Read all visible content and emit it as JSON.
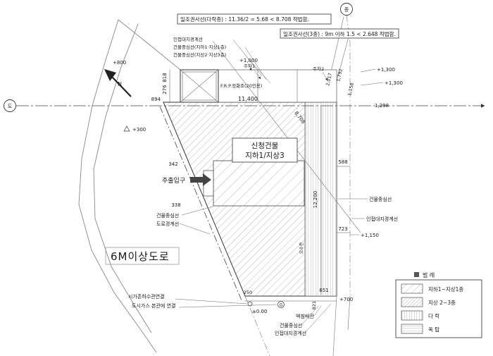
{
  "notes": {
    "daylight_attic": "일조권사선(다락층) : 11.36/2 = 5.68 < 8.708 적법함.",
    "daylight_3f": "일조권사선(3층) : 9m 이하 1.5 < 2.648 적법함."
  },
  "callouts": {
    "adjacent_boundary_top": "인접대지경계선",
    "center_b1_g1": "건물중심선(지하1·지상1층)",
    "center_g2_g3": "건물중심선(지상2·지상3층)",
    "frp_tank": "F.R.P.정화조(20인용)",
    "center_left": "건물중심선",
    "road_boundary": "도로경계선",
    "center_right": "건물중심선",
    "adjacent_boundary_right": "인접대지경계선",
    "center_bottom": "건물중심선",
    "adjacent_boundary_bottom": "인접대지경계선",
    "sewer_connect": "시가존하수관연결",
    "gas_connect": "도시가스 본관에 연결",
    "pipe": "액침배관",
    "soil_pipe": "오수관"
  },
  "labels": {
    "building_name": "신청건물",
    "building_floors": "지하1/지상3",
    "main_entrance": "주출입구",
    "road": "6M이상도로",
    "parking1": "주차1",
    "parking2": "주차2",
    "north": "N",
    "datum_left": "도",
    "datum_top": "종",
    "gas_valve": "G"
  },
  "levels": {
    "p800": "+800",
    "p300": "+300",
    "p1000": "+1,000",
    "p1300a": "+1,300",
    "p1300b": "+1,300",
    "p1150": "+1,150",
    "p700": "+700",
    "zero": "±0.00"
  },
  "dims": {
    "d818": "818",
    "d276": "276",
    "d894": "894",
    "d11400": "11,400",
    "d8708": "8,708",
    "d2017": "2,017",
    "d1792": "1,792",
    "d1158": "1,158",
    "d1298": "1,298",
    "d588": "588",
    "d342": "342",
    "d338": "338",
    "d12200": "12,200",
    "d723": "723",
    "d651": "651",
    "d821": "821",
    "d250": "250"
  },
  "legend": {
    "title": "범 례",
    "items": [
      "지하1~지상1층",
      "지상 2~3층",
      "다 락",
      "옥 탑"
    ]
  }
}
